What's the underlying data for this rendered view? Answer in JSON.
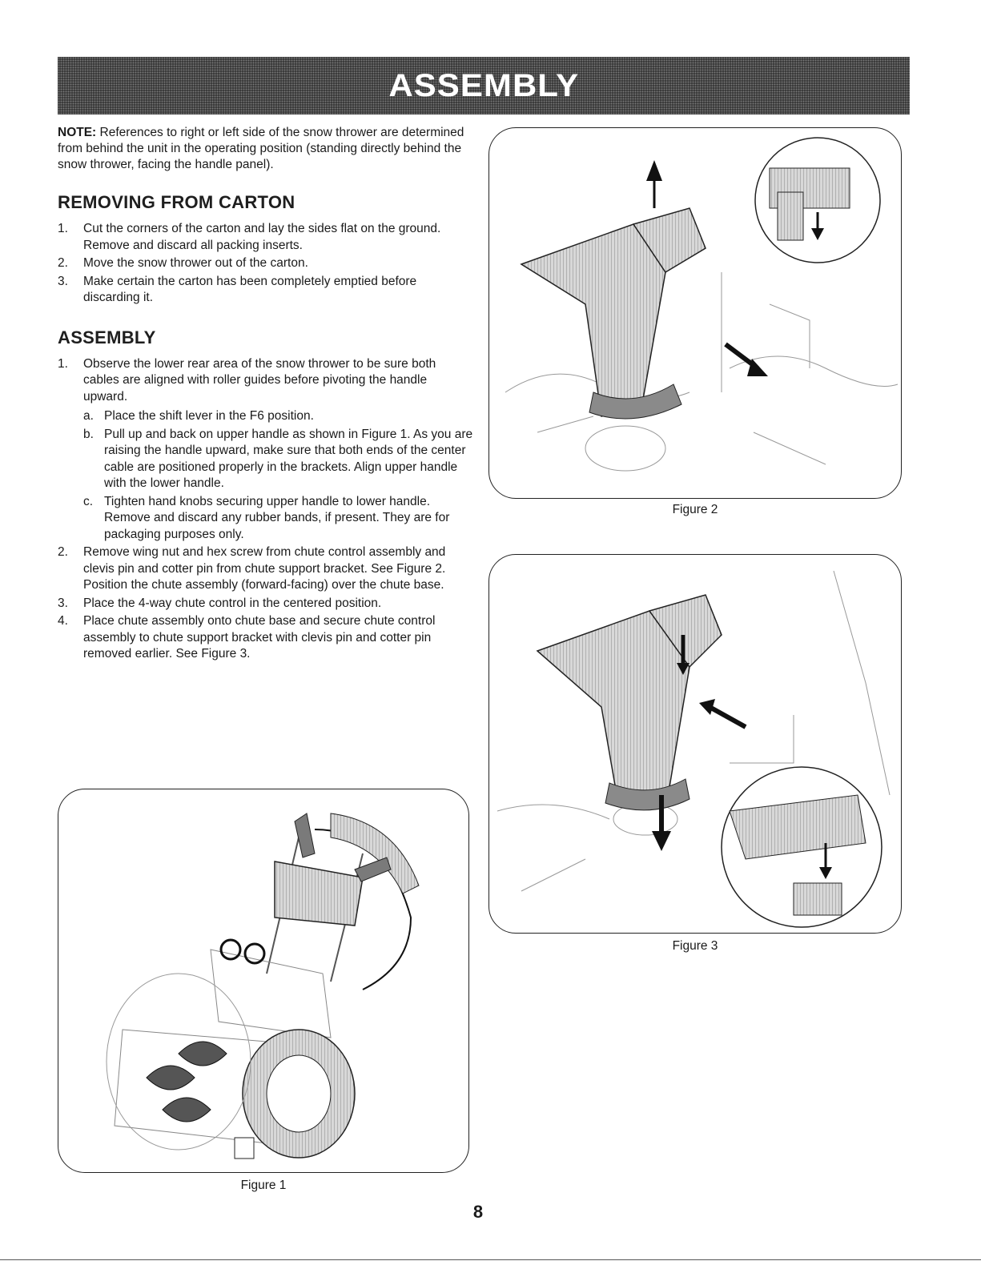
{
  "header": {
    "title": "ASSEMBLY"
  },
  "note": {
    "label": "NOTE:",
    "text": " References to right or left side of the snow thrower are determined from behind the unit in the operating position (standing directly behind the snow thrower, facing the handle panel)."
  },
  "removing": {
    "heading": "REMOVING FROM CARTON",
    "steps": [
      {
        "num": "1.",
        "text": "Cut the corners of the carton and lay the sides flat on the ground. Remove and discard all packing inserts."
      },
      {
        "num": "2.",
        "text": "Move the snow thrower out of the carton."
      },
      {
        "num": "3.",
        "text": "Make certain the carton has been completely emptied before discarding it."
      }
    ]
  },
  "assembly": {
    "heading": "ASSEMBLY",
    "steps": [
      {
        "num": "1.",
        "text": "Observe the lower rear area of the snow thrower to be sure both cables are aligned with roller guides before pivoting the handle upward.",
        "sub": [
          {
            "num": "a.",
            "text": "Place the shift lever in the F6 position."
          },
          {
            "num": "b.",
            "text": "Pull up and back on upper handle as shown in Figure 1. As you are raising the handle upward, make sure that both ends of the center cable are positioned properly in the brackets. Align upper handle with the lower handle."
          },
          {
            "num": "c.",
            "text": "Tighten hand knobs securing upper handle to lower handle. Remove and discard any rubber bands, if present. They are for packaging purposes only."
          }
        ]
      },
      {
        "num": "2.",
        "text": "Remove wing nut and hex screw from chute control assembly and clevis pin and cotter pin from chute support bracket. See Figure 2. Position the chute assembly (forward-facing) over the chute base."
      },
      {
        "num": "3.",
        "text": "Place the 4-way chute control in the centered position."
      },
      {
        "num": "4.",
        "text": "Place chute assembly onto chute base and secure chute control assembly to chute support bracket with clevis pin and cotter pin removed earlier. See Figure 3."
      }
    ]
  },
  "figures": {
    "fig1": "Figure 1",
    "fig2": "Figure 2",
    "fig3": "Figure 3"
  },
  "page_number": "8"
}
